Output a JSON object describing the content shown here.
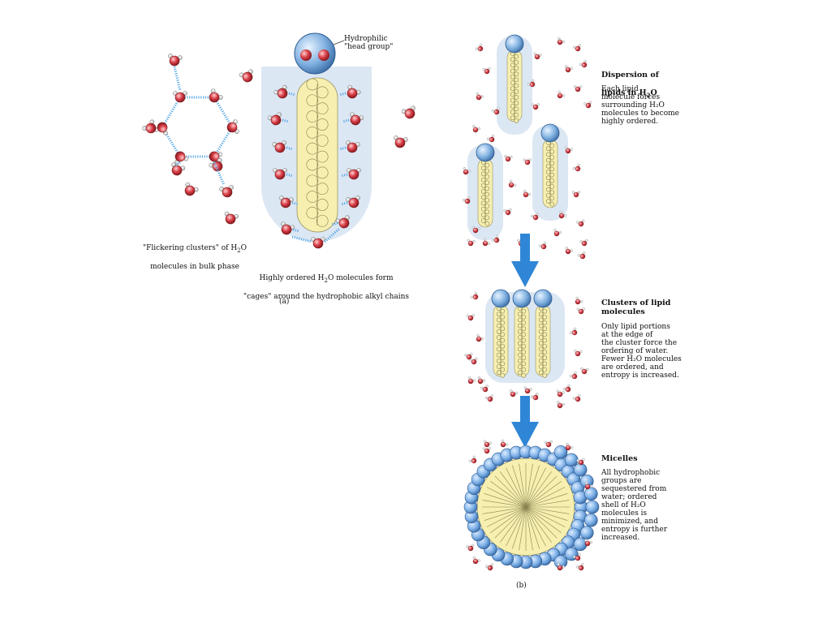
{
  "panel_a": {
    "head_label": "Hydrophilic\n\"head group\"",
    "clusters_label_1": "\"Flickering clusters\" of H",
    "clusters_label_sub": "2",
    "clusters_label_2": "O",
    "clusters_label_3": "molecules in bulk phase",
    "cages_label_1": "Highly ordered H",
    "cages_label_sub": "2",
    "cages_label_2": "O molecules form",
    "cages_label_3": "\"cages\" around the hydrophobic alkyl chains",
    "caption": "(a)"
  },
  "panel_b": {
    "step1_title_1": "Dispersion of",
    "step1_title_2": "lipids in H",
    "step1_title_sub": "2",
    "step1_title_3": "O",
    "step1_body": "Each lipid\nmolecule forces\nsurrounding H₂O\nmolecules to become\nhighly ordered.",
    "step2_title": "Clusters of lipid\nmolecules",
    "step2_body": "Only lipid portions\nat the edge of\nthe cluster force the\nordering of water.\nFewer H₂O molecules\nare ordered, and\nentropy is increased.",
    "step3_title": "Micelles",
    "step3_body": "All hydrophobic\ngroups are\nsequestered from\nwater;  ordered\nshell of H₂O\nmolecules is\nminimized, and\nentropy is further\nincreased.",
    "caption": "(b)"
  },
  "colors": {
    "water_oxygen": "#d9404a",
    "head_group": "#7fb0e0",
    "tail": "#f6efb0",
    "cage_shell": "#dce7f4",
    "arrow": "#2f86d6"
  }
}
